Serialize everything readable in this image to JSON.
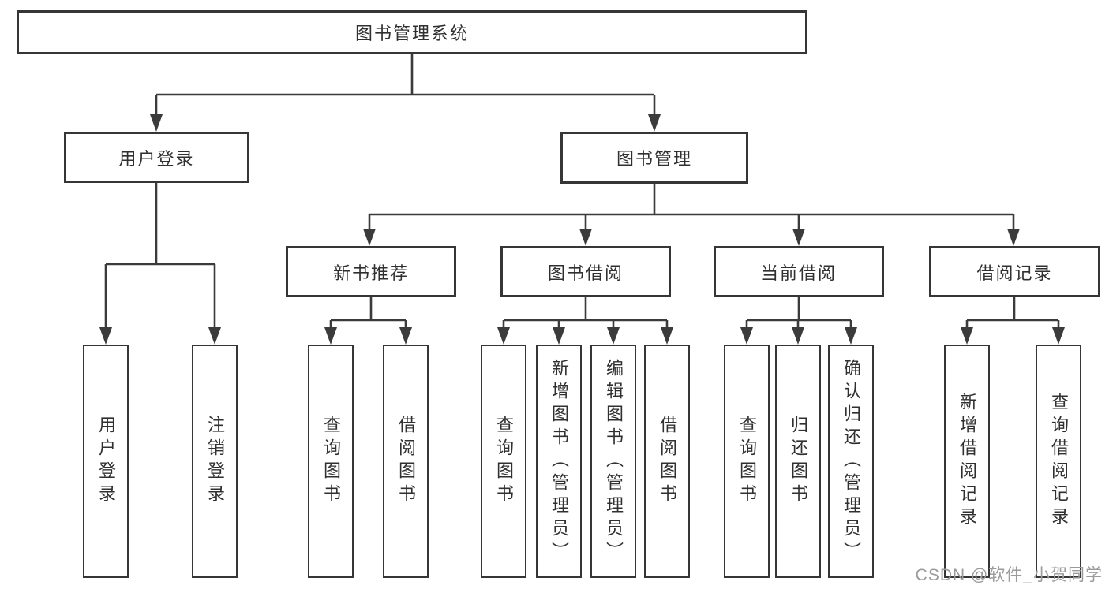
{
  "diagram_title": "图书管理系统",
  "nodes": {
    "root": {
      "label": "图书管理系统"
    },
    "user_login": {
      "label": "用户登录"
    },
    "book_mgmt": {
      "label": "图书管理"
    },
    "ul_login": {
      "label": "用户登录"
    },
    "ul_logout": {
      "label": "注销登录"
    },
    "new_rec": {
      "label": "新书推荐"
    },
    "borrow": {
      "label": "图书借阅"
    },
    "current": {
      "label": "当前借阅"
    },
    "records": {
      "label": "借阅记录"
    },
    "nb_query": {
      "label": "查询图书"
    },
    "nb_borrow": {
      "label": "借阅图书"
    },
    "bb_query": {
      "label": "查询图书"
    },
    "bb_add": {
      "label": "新增图书（管理员）"
    },
    "bb_edit": {
      "label": "编辑图书（管理员）"
    },
    "bb_borrow": {
      "label": "借阅图书"
    },
    "cb_query": {
      "label": "查询图书"
    },
    "cb_return": {
      "label": "归还图书"
    },
    "cb_confirm": {
      "label": "确认归还（管理员）"
    },
    "br_add": {
      "label": "新增借阅记录"
    },
    "br_query": {
      "label": "查询借阅记录"
    }
  },
  "edges": [
    [
      "root",
      "user_login"
    ],
    [
      "root",
      "book_mgmt"
    ],
    [
      "user_login",
      "ul_login"
    ],
    [
      "user_login",
      "ul_logout"
    ],
    [
      "book_mgmt",
      "new_rec"
    ],
    [
      "book_mgmt",
      "borrow"
    ],
    [
      "book_mgmt",
      "current"
    ],
    [
      "book_mgmt",
      "records"
    ],
    [
      "new_rec",
      "nb_query"
    ],
    [
      "new_rec",
      "nb_borrow"
    ],
    [
      "borrow",
      "bb_query"
    ],
    [
      "borrow",
      "bb_add"
    ],
    [
      "borrow",
      "bb_edit"
    ],
    [
      "borrow",
      "bb_borrow"
    ],
    [
      "current",
      "cb_query"
    ],
    [
      "current",
      "cb_return"
    ],
    [
      "current",
      "cb_confirm"
    ],
    [
      "records",
      "br_add"
    ],
    [
      "records",
      "br_query"
    ]
  ],
  "watermark": "CSDN @软件_小贺同学",
  "colors": {
    "line": "#3b3b3b",
    "border": "#363636",
    "text": "#303030",
    "watermark": "#9b9b9b",
    "background": "#ffffff"
  }
}
